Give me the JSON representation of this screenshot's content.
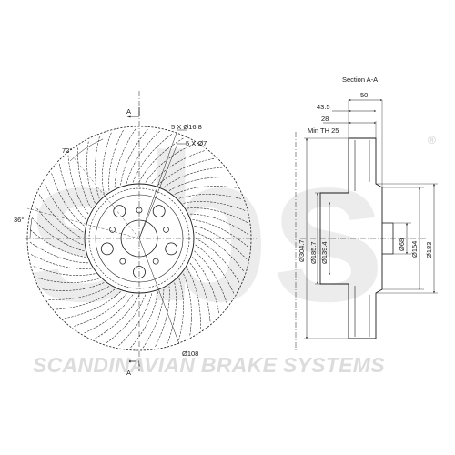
{
  "watermark": {
    "logo": "sbs",
    "registered": "®",
    "tagline": "SCANDINAVIAN BRAKE SYSTEMS"
  },
  "front_view": {
    "section_marker_top": "A",
    "section_marker_bottom": "A",
    "bolt_circle_label": "5 X Ø16.8",
    "hole_label": "5 X Ø7",
    "angle_72": "72°",
    "angle_36": "36°",
    "pcd_label": "Ø108"
  },
  "section_view": {
    "title": "Section A-A",
    "width_50": "50",
    "width_43_5": "43.5",
    "thickness_28": "28",
    "min_thickness": "Min TH 25",
    "outer_diameter": "Ø304.7",
    "diameter_185_7": "Ø185.7",
    "diameter_139_4": "Ø139.4",
    "center_bore": "Ø68",
    "hat_diameter": "Ø154",
    "diameter_183": "Ø183"
  }
}
